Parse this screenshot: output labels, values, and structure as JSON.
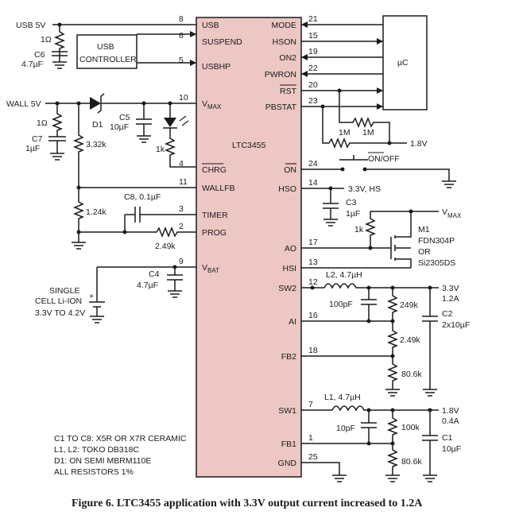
{
  "ic": {
    "name": "LTC3455",
    "fill": "#ecc7c4",
    "left_pins": [
      {
        "num": "8",
        "name": "USB"
      },
      {
        "num": "6",
        "name": "SUSPEND"
      },
      {
        "num": "5",
        "name": "USBHP"
      },
      {
        "num": "10",
        "name": "V",
        "sub": "MAX"
      },
      {
        "num": "4",
        "name": "CHRG"
      },
      {
        "num": "11",
        "name": "WALLFB"
      },
      {
        "num": "3",
        "name": "TIMER"
      },
      {
        "num": "2",
        "name": "PROG"
      },
      {
        "num": "9",
        "name": "V",
        "sub": "BAT"
      }
    ],
    "right_pins": [
      {
        "num": "21",
        "name": "MODE"
      },
      {
        "num": "15",
        "name": "HSON"
      },
      {
        "num": "19",
        "name": "ON2"
      },
      {
        "num": "22",
        "name": "PWRON"
      },
      {
        "num": "20",
        "name": "RST"
      },
      {
        "num": "23",
        "name": "PBSTAT"
      },
      {
        "num": "24",
        "name": "ON"
      },
      {
        "num": "14",
        "name": "HSO"
      },
      {
        "num": "17",
        "name": "AO"
      },
      {
        "num": "13",
        "name": "HSI"
      },
      {
        "num": "12",
        "name": "SW2"
      },
      {
        "num": "16",
        "name": "AI"
      },
      {
        "num": "18",
        "name": "FB2"
      },
      {
        "num": "7",
        "name": "SW1"
      },
      {
        "num": "1",
        "name": "FB1"
      },
      {
        "num": "25",
        "name": "GND"
      }
    ]
  },
  "blocks": {
    "usb_controller": [
      "USB",
      "CONTROLLER"
    ],
    "uc": "µC"
  },
  "labels": {
    "usb5v": "USB 5V",
    "wall5v": "WALL 5V",
    "r_1ohm_a": "1Ω",
    "c6": [
      "C6",
      "4.7µF"
    ],
    "r_1ohm_b": "1Ω",
    "c7": [
      "C7",
      "1µF"
    ],
    "d1": "D1",
    "c5": [
      "C5",
      "10µF"
    ],
    "r_1k_led": "1k",
    "r_332k": "3.32k",
    "r_124k": "1.24k",
    "c8": "C8, 0.1µF",
    "r_249k_prog": "2.49k",
    "c4": [
      "C4",
      "4.7µF"
    ],
    "battery": [
      "SINGLE",
      "CELL Li-ION",
      "3.3V TO 4.2V"
    ],
    "battery_plus": "+",
    "r_1m_a": "1M",
    "r_1m_b": "1M",
    "v18_top": "1.8V",
    "onoff": "ON/OFF",
    "hso_out": "3.3V, HS",
    "c3": [
      "C3",
      "1µF"
    ],
    "vmax_right": "V",
    "vmax_right_sub": "MAX",
    "r_1k_gate": "1k",
    "m1": [
      "M1",
      "FDN304P",
      "OR",
      "Si2305DS"
    ],
    "l2": "L2, 4.7µH",
    "c_100pf": "100pF",
    "r_249k": "249k",
    "r_249k_fb": "2.49k",
    "r_806k_a": "80.6k",
    "out33": [
      "3.3V",
      "1.2A"
    ],
    "c2": [
      "C2",
      "2x10µF"
    ],
    "l1": "L1, 4.7µH",
    "c_10pf": "10pF",
    "r_100k": "100k",
    "r_806k_b": "80.6k",
    "out18": [
      "1.8V",
      "0.4A"
    ],
    "c1": [
      "C1",
      "10µF"
    ]
  },
  "notes": [
    "C1 TO C8: X5R OR X7R CERAMIC",
    "L1, L2: TOKO DB318C",
    "D1: ON SEMI MBRM110E",
    "ALL RESISTORS 1%"
  ],
  "caption": "Figure 6. LTC3455 application with 3.3V output current increased to 1.2A"
}
